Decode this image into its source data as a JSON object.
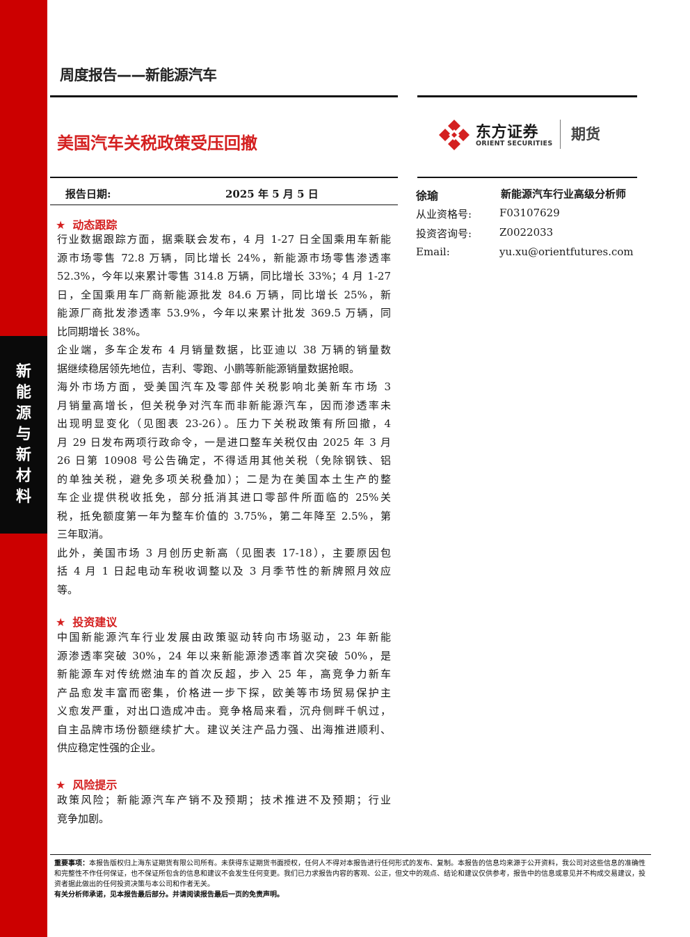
{
  "header": {
    "report_type": "周度报告——新能源汽车",
    "title": "美国汽车关税政策受压回撤"
  },
  "logo": {
    "name_cn": "东方证券",
    "name_en": "ORIENT SECURITIES",
    "division": "期货",
    "brand_color": "#d42020"
  },
  "side_label": [
    "新",
    "能",
    "源",
    "与",
    "新",
    "材",
    "料"
  ],
  "report_date": {
    "label": "报告日期:",
    "value": "2025 年 5 月 5 日"
  },
  "analyst": {
    "name": "徐瑜",
    "title": "新能源汽车行业高级分析师",
    "rows": [
      {
        "label": "从业资格号:",
        "value": "F03107629"
      },
      {
        "label": "投资咨询号:",
        "value": "Z0022033"
      },
      {
        "label": "Email:",
        "value": "yu.xu@orientfutures.com"
      }
    ]
  },
  "sections": {
    "dynamics": {
      "heading": "动态跟踪",
      "lines": [
        "行业数据跟踪方面，据乘联会发布，4 月 1-27 日全国乘用车新能",
        "源市场零售 72.8 万辆，同比增长 24%，新能源市场零售渗透率",
        "52.3%，今年以来累计零售 314.8 万辆，同比增长 33%；4 月 1-27",
        "日，全国乘用车厂商新能源批发 84.6 万辆，同比增长 25%，新",
        "能源厂商批发渗透率 53.9%，今年以来累计批发 369.5 万辆，同",
        "比同期增长 38%。",
        "企业端，多车企发布 4 月销量数据，比亚迪以 38 万辆的销量数",
        "据继续稳居领先地位，吉利、零跑、小鹏等新能源销量数据抢眼。",
        "海外市场方面，受美国汽车及零部件关税影响北美新车市场 3",
        "月销量高增长，但关税争对汽车而非新能源汽车，因而渗透率未",
        "出现明显变化（见图表 23-26）。压力下关税政策有所回撤，4",
        "月 29 日发布两项行政命令，一是进口整车关税仅由 2025 年 3 月",
        "26 日第 10908 号公告确定，不得适用其他关税（免除钢铁、铝",
        "的单独关税，避免多项关税叠加）；二是为在美国本土生产的整",
        "车企业提供税收抵免，部分抵消其进口零部件所面临的 25%关",
        "税，抵免额度第一年为整车价值的 3.75%，第二年降至 2.5%，第",
        "三年取消。",
        "此外，美国市场 3 月创历史新高（见图表 17-18），主要原因包",
        "括 4 月 1 日起电动车税收调整以及 3 月季节性的新牌照月效应",
        "等。"
      ],
      "last_line_idx": [
        5,
        7,
        16,
        19
      ]
    },
    "investment": {
      "heading": "投资建议",
      "lines": [
        "中国新能源汽车行业发展由政策驱动转向市场驱动，23 年新能",
        "源渗透率突破 30%，24 年以来新能源渗透率首次突破 50%，是",
        "新能源车对传统燃油车的首次反超，步入 25 年，高竞争力新车",
        "产品愈发丰富而密集，价格进一步下探，欧美等市场贸易保护主",
        "义愈发严重，对出口造成冲击。竞争格局来看，沉舟侧畔千帆过，",
        "自主品牌市场份额继续扩大。建议关注产品力强、出海推进顺利、",
        "供应稳定性强的企业。"
      ]
    },
    "risk": {
      "heading": "风险提示",
      "lines": [
        "政策风险；新能源汽车产销不及预期；技术推进不及预期；行业",
        "竞争加剧。"
      ]
    }
  },
  "disclaimer": {
    "label": "重要事项：",
    "text": "本报告版权归上海东证期货有限公司所有。未获得东证期货书面授权，任何人不得对本报告进行任何形式的发布、复制。本报告的信息均来源于公开资料，我公司对这些信息的准确性和完整性不作任何保证，也不保证所包含的信息和建议不会发生任何变更。我们已力求报告内容的客观、公正，但文中的观点、结论和建议仅供参考，报告中的信息或意见并不构成交易建议，投资者据此做出的任何投资决策与本公司和作者无关。",
    "note": "有关分析师承诺，见本报告最后部分。并请阅读报告最后一页的免责声明。"
  }
}
